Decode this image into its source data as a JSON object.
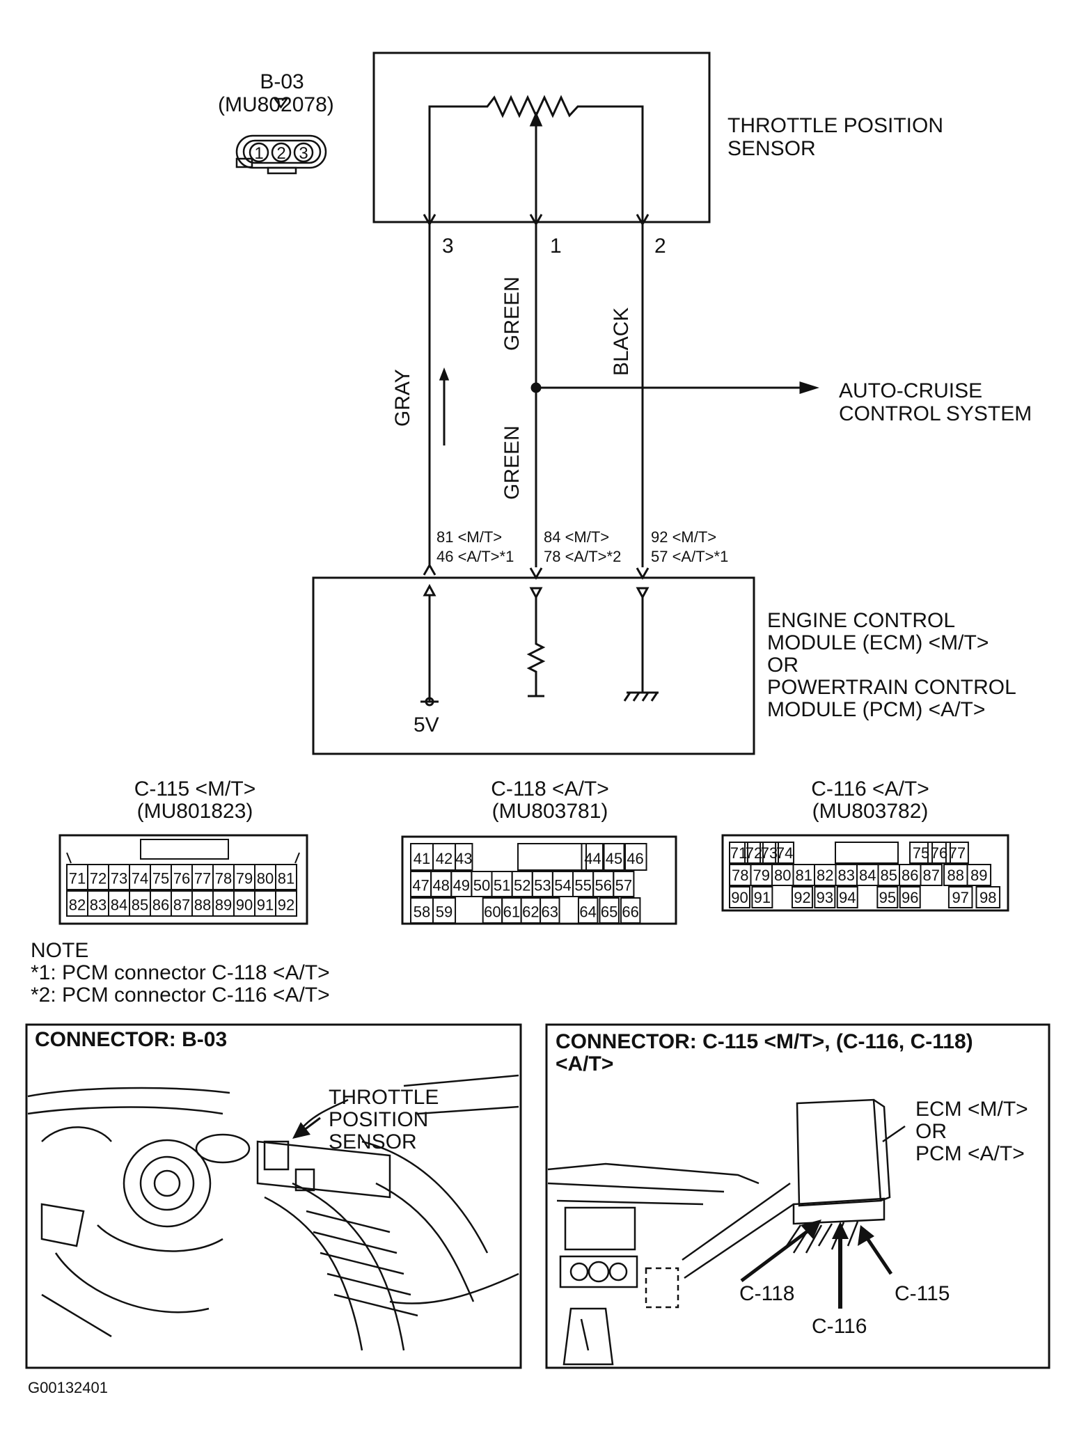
{
  "b03": {
    "id": "B-03",
    "part": "(MU802078)",
    "pins": [
      "1",
      "2",
      "3"
    ]
  },
  "sensor": {
    "label_line1": "THROTTLE POSITION",
    "label_line2": "SENSOR"
  },
  "pins": {
    "p3": "3",
    "p1": "1",
    "p2": "2"
  },
  "wires": {
    "gray": "GRAY",
    "green_top": "GREEN",
    "green_bottom": "GREEN",
    "black": "BLACK"
  },
  "cruise": {
    "line1": "AUTO-CRUISE",
    "line2": "CONTROL SYSTEM"
  },
  "terminals": {
    "t1a": "81 <M/T>",
    "t1b": "46 <A/T>*1",
    "t2a": "84 <M/T>",
    "t2b": "78 <A/T>*2",
    "t3a": "92 <M/T>",
    "t3b": "57 <A/T>*1"
  },
  "ecm": {
    "line1": "ENGINE CONTROL",
    "line2": "MODULE (ECM) <M/T>",
    "line3": "OR",
    "line4": "POWERTRAIN CONTROL",
    "line5": "MODULE (PCM) <A/T>",
    "voltage": "5V"
  },
  "c115": {
    "id": "C-115 <M/T>",
    "part": "(MU801823)",
    "row1": [
      "71",
      "72",
      "73",
      "74",
      "75",
      "76",
      "77",
      "78",
      "79",
      "80",
      "81"
    ],
    "row2": [
      "82",
      "83",
      "84",
      "85",
      "86",
      "87",
      "88",
      "89",
      "90",
      "91",
      "92"
    ]
  },
  "c118": {
    "id": "C-118 <A/T>",
    "part": "(MU803781)",
    "row1": [
      "41",
      "42",
      "43",
      "44",
      "45",
      "46"
    ],
    "row2": [
      "47",
      "48",
      "49",
      "50",
      "51",
      "52",
      "53",
      "54",
      "55",
      "56",
      "57"
    ],
    "row3": [
      "58",
      "59",
      "60",
      "61",
      "62",
      "63",
      "64",
      "65",
      "66"
    ]
  },
  "c116": {
    "id": "C-116 <A/T>",
    "part": "(MU803782)",
    "row1": [
      "71",
      "72",
      "73",
      "74",
      "75",
      "76",
      "77"
    ],
    "row2": [
      "78",
      "79",
      "80",
      "81",
      "82",
      "83",
      "84",
      "85",
      "86",
      "87",
      "88",
      "89"
    ],
    "row3": [
      "90",
      "91",
      "92",
      "93",
      "94",
      "95",
      "96",
      "97",
      "98"
    ]
  },
  "note": {
    "title": "NOTE",
    "line1": "*1: PCM connector C-118 <A/T>",
    "line2": "*2: PCM connector C-116 <A/T>"
  },
  "panel_left": {
    "title": "CONNECTOR: B-03",
    "callout1": "THROTTLE",
    "callout2": "POSITION",
    "callout3": "SENSOR"
  },
  "panel_right": {
    "title1": "CONNECTOR: C-115 <M/T>, (C-116, C-118)",
    "title2": "<A/T>",
    "ecm1": "ECM <M/T>",
    "ecm2": "OR",
    "ecm3": "PCM <A/T>",
    "c118": "C-118",
    "c116": "C-116",
    "c115": "C-115"
  },
  "figure_id": "G00132401"
}
